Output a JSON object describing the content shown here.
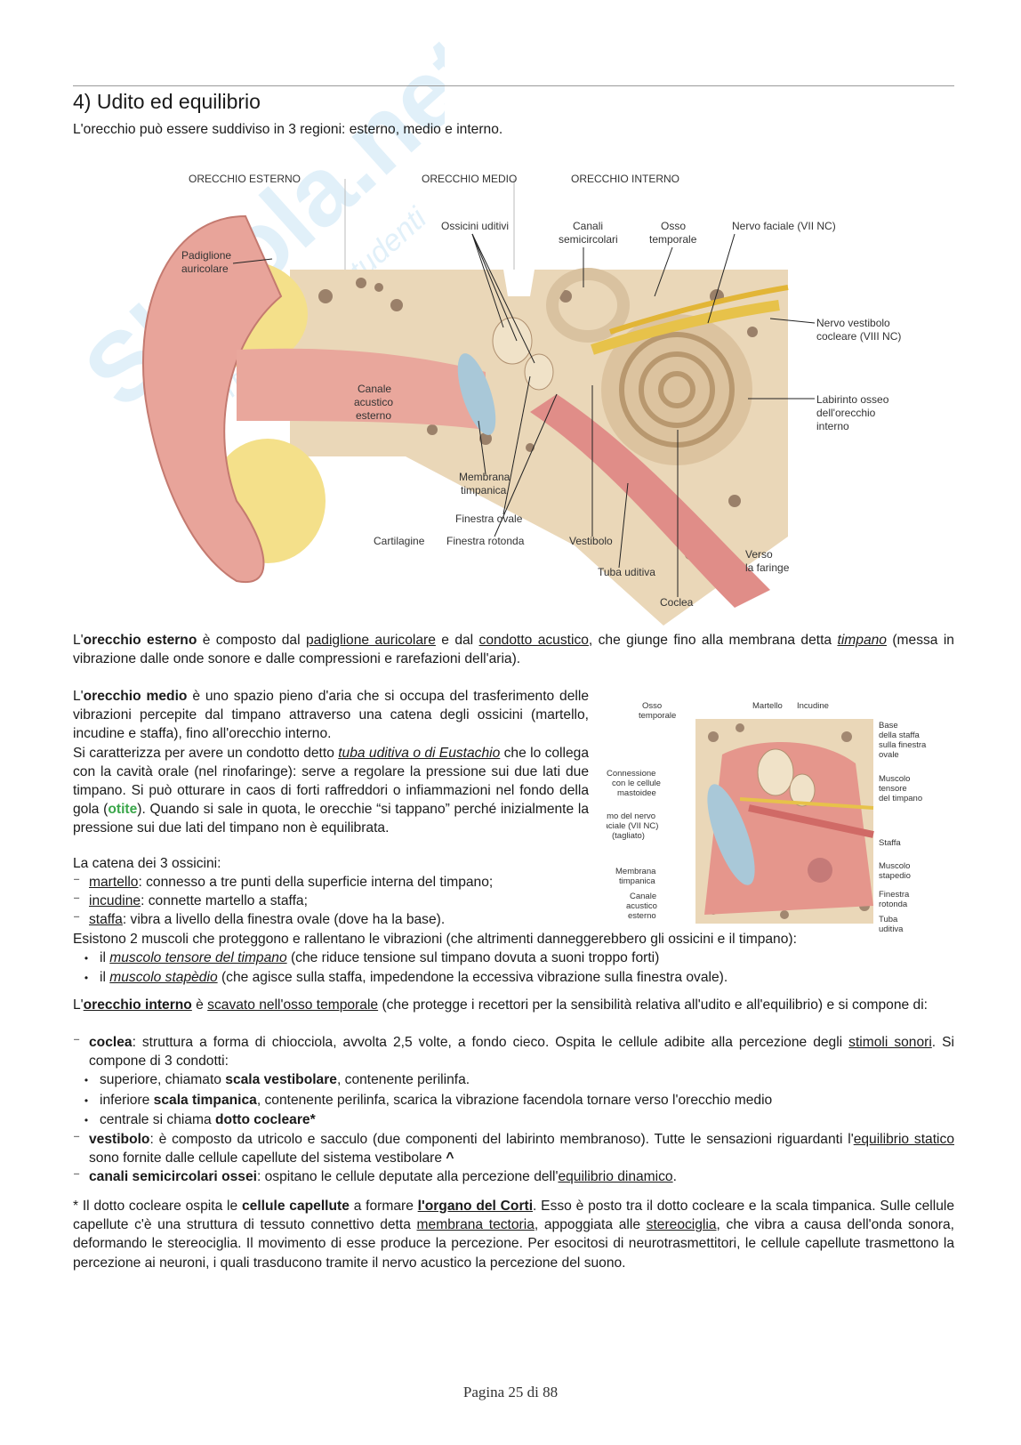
{
  "heading": "4) Udito ed equilibrio",
  "intro": "L'orecchio può essere suddiviso in 3 regioni: esterno, medio e interno.",
  "figure1": {
    "region_labels": [
      "ORECCHIO ESTERNO",
      "ORECCHIO MEDIO",
      "ORECCHIO INTERNO"
    ],
    "labels": {
      "padiglione": [
        "Padiglione",
        "auricolare"
      ],
      "ossicini": "Ossicini uditivi",
      "canali": [
        "Canali",
        "semicircolari"
      ],
      "osso": [
        "Osso",
        "temporale"
      ],
      "nervo_faciale": "Nervo faciale (VII NC)",
      "nervo_vestibolo": [
        "Nervo vestibolo",
        "cocleare (VIII NC)"
      ],
      "canale_acustico": [
        "Canale",
        "acustico",
        "esterno"
      ],
      "labirinto": [
        "Labirinto osseo",
        "dell'orecchio",
        "interno"
      ],
      "membrana": [
        "Membrana",
        "timpanica"
      ],
      "finestra_ovale": "Finestra ovale",
      "cartilagine": "Cartilagine",
      "finestra_rotonda": "Finestra rotonda",
      "vestibolo": "Vestibolo",
      "verso": [
        "Verso",
        "la faringe"
      ],
      "tuba": "Tuba uditiva",
      "coclea": "Coclea"
    }
  },
  "figure2": {
    "labels": {
      "osso": [
        "Osso",
        "temporale"
      ],
      "martello": "Martello",
      "incudine": "Incudine",
      "base_staffa": [
        "Base",
        "della staffa",
        "sulla finestra",
        "ovale"
      ],
      "connessione": [
        "Connessione",
        "con le cellule",
        "mastoidee"
      ],
      "muscolo_tensore": [
        "Muscolo",
        "tensore",
        "del timpano"
      ],
      "ramo": [
        "Ramo del nervo",
        "faciale (VII NC)",
        "(tagliato)"
      ],
      "staffa": "Staffa",
      "membrana": [
        "Membrana",
        "timpanica"
      ],
      "muscolo_stapedio": [
        "Muscolo",
        "stapedio"
      ],
      "canale": [
        "Canale",
        "acustico",
        "esterno"
      ],
      "finestra_rotonda": [
        "Finestra",
        "rotonda"
      ],
      "tuba": [
        "Tuba",
        "uditiva"
      ]
    }
  },
  "esterno": {
    "p1": "L'",
    "b1": "orecchio esterno",
    "p2": " è composto dal ",
    "u1": "padiglione auricolare",
    "p3": " e dal ",
    "u2": "condotto acustico",
    "p4": ", che giunge fino alla membrana detta ",
    "iu1": "timpano",
    "p5": " (messa in vibrazione dalle onde sonore e dalle compressioni e rarefazioni dell'aria)."
  },
  "medio": {
    "p1": "L'",
    "b1": "orecchio medio",
    "p2": " è uno spazio pieno d'aria che si occupa del trasferimento delle vibrazioni percepite dal timpano attraverso una catena degli ossicini (martello, incudine e staffa), fino all'orecchio interno.",
    "p3": "Si caratterizza per avere un condotto detto ",
    "iu1": "tuba uditiva o di Eustachio",
    "p4": " che lo collega con la cavità orale (nel rinofaringe): serve a regolare la pressione sui due lati due timpano. Si può otturare in caos di forti raffreddori o infiammazioni nel fondo della gola (",
    "g1": "otite",
    "p5": "). Quando si sale in quota, le orecchie “si tappano” perché inizialmente la pressione sui due lati del timpano non è equilibrata.",
    "p6": "La catena dei 3 ossicini:",
    "ossicini": [
      {
        "name": "martello",
        "text": ": connesso a tre punti della superficie interna del timpano;"
      },
      {
        "name": "incudine",
        "text": ": connette martello a staffa;"
      },
      {
        "name": "staffa",
        "text": ": vibra a livello della finestra ovale (dove ha la base)."
      }
    ],
    "p7": "Esistono 2 muscoli che proteggono e rallentano le vibrazioni (che altrimenti danneggerebbero gli ossicini e il timpano):",
    "muscoli": [
      {
        "pre": "il ",
        "name": "muscolo tensore del timpano",
        "text": " (che riduce tensione sul timpano dovuta a suoni troppo forti)"
      },
      {
        "pre": "il ",
        "name": "muscolo stapèdio",
        "text": " (che agisce sulla staffa, impedendone la eccessiva vibrazione sulla finestra ovale)."
      }
    ]
  },
  "interno": {
    "p1": "L'",
    "bu1": "orecchio interno",
    "p2": " è ",
    "u1": "scavato nell'osso temporale",
    "p3": " (che protegge i recettori per la sensibilità relativa all'udito e all'equilibrio) e si compone di:",
    "coclea_b": "coclea",
    "coclea_t": ": struttura a forma di chiocciola, avvolta 2,5 volte, a fondo cieco. Ospita le cellule adibite alla percezione degli ",
    "coclea_u": "stimoli sonori",
    "coclea_t2": ". Si compone di 3 condotti:",
    "condotti": [
      {
        "pre": "superiore, chiamato ",
        "b": "scala vestibolare",
        "post": ", contenente perilinfa."
      },
      {
        "pre": "inferiore ",
        "b": "scala timpanica",
        "post": ", contenente perilinfa, scarica la vibrazione facendola tornare verso l'orecchio medio"
      },
      {
        "pre": "centrale si chiama ",
        "b": "dotto cocleare*",
        "post": ""
      }
    ],
    "vest_b": "vestibolo",
    "vest_t": ": è composto da utricolo e sacculo (due componenti del labirinto membranoso). Tutte le sensazioni riguardanti l'",
    "vest_u": "equilibrio statico",
    "vest_t2": " sono fornite dalle cellule capellute del sistema vestibolare ",
    "vest_b2": "^",
    "can_b": "canali semicircolari ossei",
    "can_t": ": ospitano le cellule deputate alla percezione dell'",
    "can_u": "equilibrio dinamico",
    "can_t2": "."
  },
  "nota": {
    "p1": "* Il dotto cocleare ospita le ",
    "b1": "cellule capellute",
    "p2": " a formare ",
    "bu1": "l'organo del Corti",
    "p3": ". Esso è posto tra il dotto cocleare e la scala timpanica. Sulle cellule capellute c'è una struttura di tessuto connettivo detta ",
    "u1": "membrana tectoria",
    "p4": ", appoggiata alle ",
    "u2": "stereociglia",
    "p5": ", che vibra a causa dell'onda sonora, deformando le stereociglia. Il movimento di esse produce la percezione. Per esocitosi di neurotrasmettitori, le cellule capellute trasmettono la percezione ai neuroni, i quali trasducono tramite il nervo acustico la percezione del suono."
  },
  "watermark": {
    "brand": "Skuola.net",
    "tagline": "il portale per gli studenti"
  },
  "footer": "Pagina 25 di 88",
  "colors": {
    "green": "#3aa64a",
    "skin": "#e8a49a",
    "bone": "#ead7b8",
    "fat": "#f4e08a"
  }
}
